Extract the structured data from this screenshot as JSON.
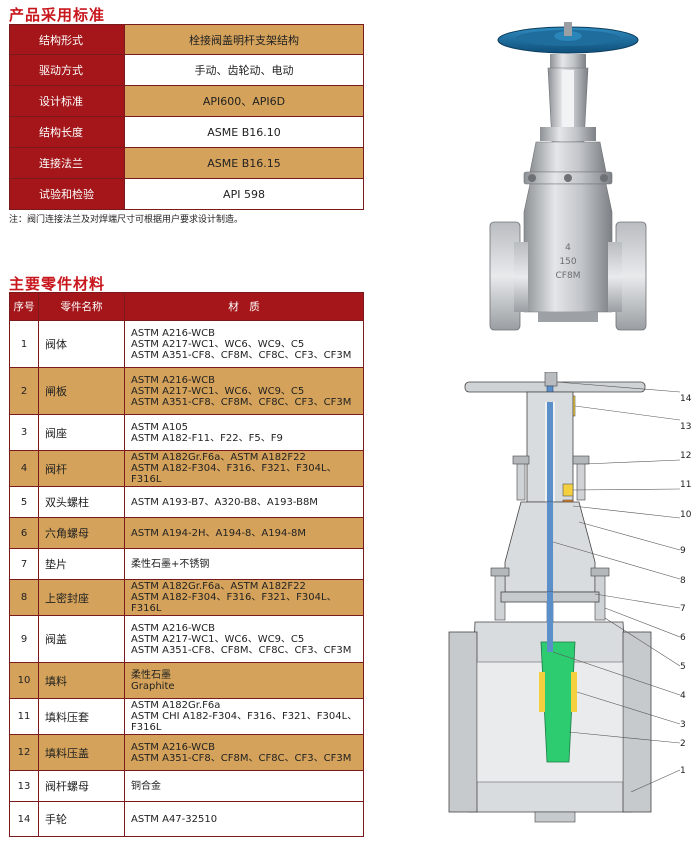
{
  "standards": {
    "title": "产品采用标准",
    "rows": [
      {
        "label": "结构形式",
        "value": "栓接阀盖明杆支架结构"
      },
      {
        "label": "驱动方式",
        "value": "手动、齿轮动、电动"
      },
      {
        "label": "设计标准",
        "value": "API600、API6D"
      },
      {
        "label": "结构长度",
        "value": "ASME B16.10"
      },
      {
        "label": "连接法兰",
        "value": "ASME B16.15"
      },
      {
        "label": "试验和检验",
        "value": "API 598"
      }
    ],
    "note": "注：阀门连接法兰及对焊端尺寸可根据用户要求设计制造。"
  },
  "parts": {
    "title": "主要零件材料",
    "headers": {
      "no": "序号",
      "name": "零件名称",
      "material": "材　质"
    },
    "rows": [
      {
        "no": "1",
        "name": "阀体",
        "materials": [
          "ASTM A216-WCB",
          "ASTM A217-WC1、WC6、WC9、C5",
          "ASTM A351-CF8、CF8M、CF8C、CF3、CF3M"
        ]
      },
      {
        "no": "2",
        "name": "闸板",
        "materials": [
          "ASTM A216-WCB",
          "ASTM A217-WC1、WC6、WC9、C5",
          "ASTM A351-CF8、CF8M、CF8C、CF3、CF3M"
        ]
      },
      {
        "no": "3",
        "name": "阀座",
        "materials": [
          "ASTM A105",
          "ASTM A182-F11、F22、F5、F9"
        ]
      },
      {
        "no": "4",
        "name": "阀杆",
        "materials": [
          "ASTM A182Gr.F6a、ASTM A182F22",
          "ASTM A182-F304、F316、F321、F304L、F316L"
        ]
      },
      {
        "no": "5",
        "name": "双头螺柱",
        "materials": [
          "ASTM A193-B7、A320-B8、A193-B8M"
        ]
      },
      {
        "no": "6",
        "name": "六角螺母",
        "materials": [
          "ASTM A194-2H、A194-8、A194-8M"
        ]
      },
      {
        "no": "7",
        "name": "垫片",
        "materials": [
          "柔性石墨+不锈钢"
        ]
      },
      {
        "no": "8",
        "name": "上密封座",
        "materials": [
          "ASTM A182Gr.F6a、ASTM A182F22",
          "ASTM A182-F304、F316、F321、F304L、F316L"
        ]
      },
      {
        "no": "9",
        "name": "阀盖",
        "materials": [
          "ASTM A216-WCB",
          "ASTM A217-WC1、WC6、WC9、C5",
          "ASTM A351-CF8、CF8M、CF8C、CF3、CF3M"
        ]
      },
      {
        "no": "10",
        "name": "填料",
        "materials": [
          "柔性石墨",
          "Graphite"
        ]
      },
      {
        "no": "11",
        "name": "填料压套",
        "materials": [
          "ASTM A182Gr.F6a",
          "ASTM CHI A182-F304、F316、F321、F304L、F316L"
        ]
      },
      {
        "no": "12",
        "name": "填料压盖",
        "materials": [
          "ASTM A216-WCB",
          "ASTM A351-CF8、CF8M、CF8C、CF3、CF3M"
        ]
      },
      {
        "no": "13",
        "name": "阀杆螺母",
        "materials": [
          "铜合金"
        ]
      },
      {
        "no": "14",
        "name": "手轮",
        "materials": [
          "ASTM A47-32510"
        ]
      }
    ]
  },
  "photo": {
    "body_marks": [
      "4",
      "150",
      "CF8M"
    ]
  },
  "drawing": {
    "callouts": [
      "14",
      "13",
      "12",
      "11",
      "10",
      "9",
      "8",
      "7",
      "6",
      "5",
      "4",
      "3",
      "2",
      "1"
    ]
  },
  "colors": {
    "label_red": "#a4161a",
    "title_red": "#c8161d",
    "gold": "#d4a25a"
  }
}
